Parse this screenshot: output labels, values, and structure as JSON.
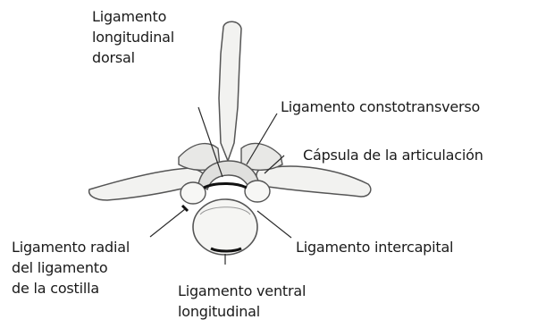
{
  "labels": {
    "dorsal": [
      "Ligamento",
      "longitudinal",
      "dorsal"
    ],
    "costotransverse": "Ligamento constotransverso",
    "capsule": "Cápsula de la articulación",
    "radial": [
      "Ligamento radial",
      "del ligamento",
      "de la costilla"
    ],
    "intercapital": "Ligamento intercapital",
    "ventral": [
      "Ligamento ventral",
      "longitudinal"
    ]
  },
  "colors": {
    "line": "#2a2a2a",
    "bone_fill": "#f2f2f0",
    "bone_stroke": "#555555",
    "ligament": "#111111"
  }
}
